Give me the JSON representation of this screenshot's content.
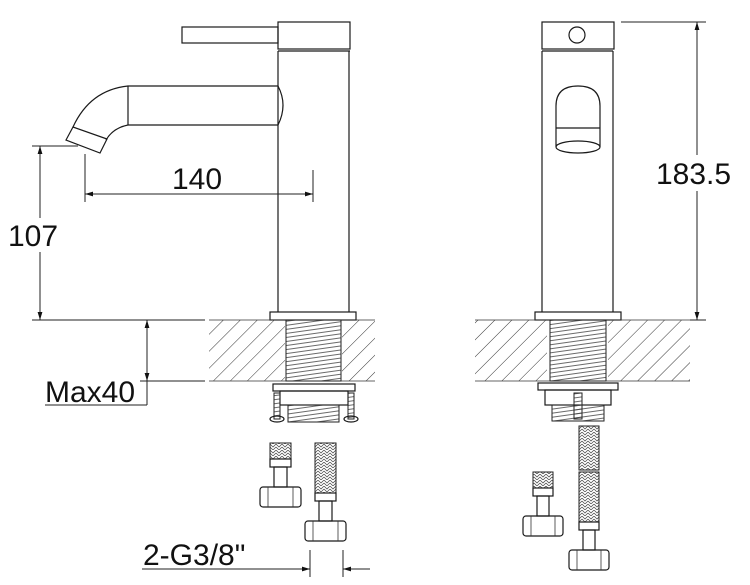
{
  "drawing": {
    "title": "Basin mixer tap dimension drawing",
    "views": [
      "side-view",
      "front-view"
    ],
    "units": "mm"
  },
  "dimensions": {
    "spout_reach": "140",
    "spout_height": "107",
    "total_height": "183.5",
    "max_deck_thickness": "Max40",
    "connection": "2-G3/8\""
  },
  "colors": {
    "line": "#1a1a1a",
    "background": "#ffffff"
  }
}
